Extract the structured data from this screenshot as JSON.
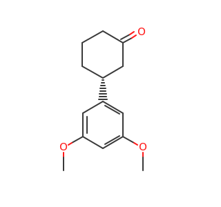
{
  "molecule": {
    "atoms": {
      "carbonyl_oxygen": "O",
      "methoxy_oxygen_left": "O",
      "methoxy_oxygen_right": "O"
    },
    "colors": {
      "bond": "#3a3a3a",
      "oxygen": "#ff1a1a"
    }
  }
}
